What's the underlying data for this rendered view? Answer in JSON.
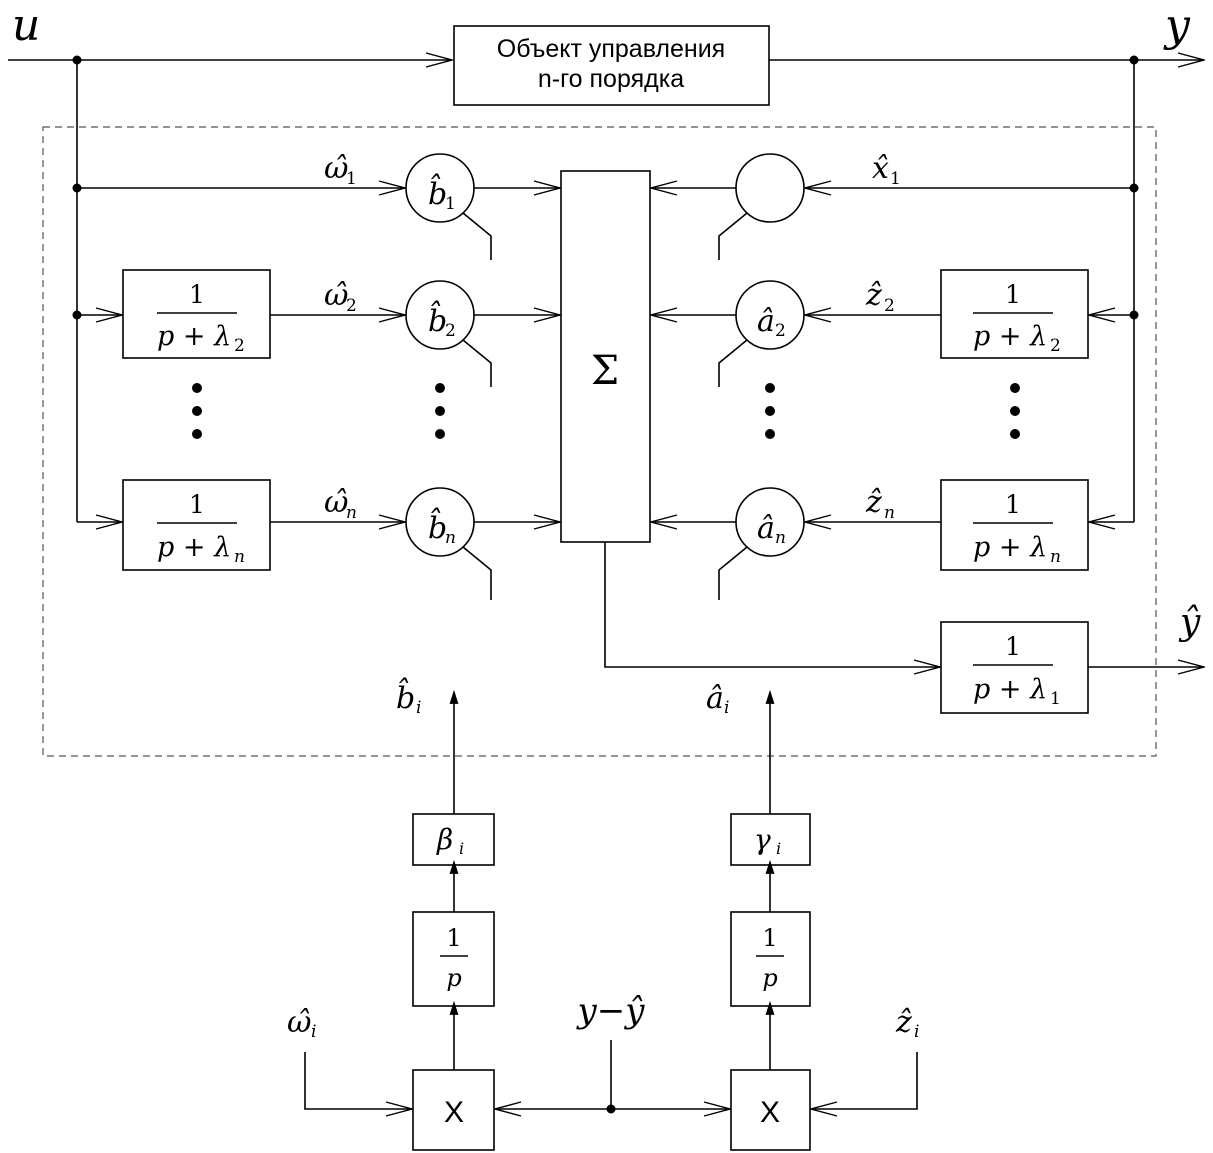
{
  "signals": {
    "input": "u",
    "output": "y",
    "model_output": "ŷ",
    "error": "y−ŷ"
  },
  "plant": {
    "line1": "Объект управления",
    "line2": "n-го порядка"
  },
  "summator": "Σ",
  "filters": {
    "numerator": "1",
    "denominator_prefix": "p + λ",
    "left": [
      {
        "sub": "2",
        "label": "ω̂",
        "label_sub": "2",
        "coef": "b̂",
        "coef_sub": "2"
      },
      {
        "sub": "n",
        "label": "ω̂",
        "label_sub": "n",
        "coef": "b̂",
        "coef_sub": "n"
      }
    ],
    "right": [
      {
        "sub": "2",
        "label": "ẑ",
        "label_sub": "2",
        "coef": "â",
        "coef_sub": "2"
      },
      {
        "sub": "n",
        "label": "ẑ",
        "label_sub": "n",
        "coef": "â",
        "coef_sub": "n"
      }
    ],
    "output_filter_sub": "1"
  },
  "first_row": {
    "omega_label": "ω̂",
    "omega_sub": "1",
    "b_coef": "b̂",
    "b_sub": "1",
    "x_label": "x̂",
    "x_sub": "1"
  },
  "adaptation": {
    "b_out": "b̂",
    "b_out_sub": "i",
    "a_out": "â",
    "a_out_sub": "i",
    "beta": "β",
    "beta_sub": "i",
    "gamma": "γ",
    "gamma_sub": "i",
    "integrator_num": "1",
    "integrator_den": "p",
    "mult_symbol": "X",
    "omega_in": "ω̂",
    "omega_in_sub": "i",
    "z_in": "ẑ",
    "z_in_sub": "i"
  }
}
